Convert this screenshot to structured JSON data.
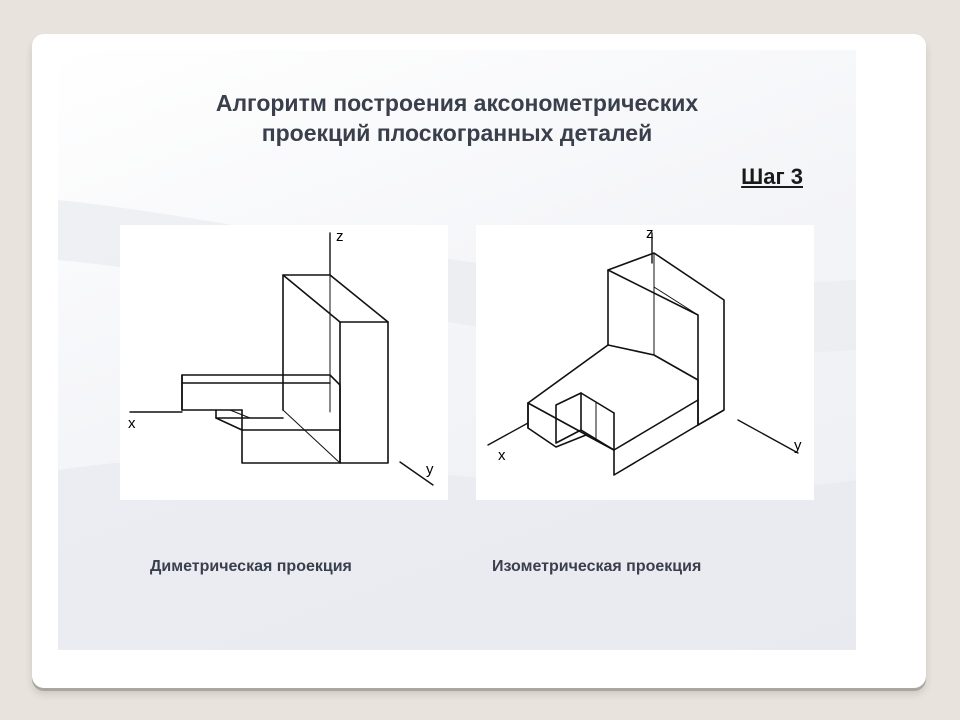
{
  "slide": {
    "title_line1": "Алгоритм построения аксонометрических",
    "title_line2": "проекций плоскогранных деталей",
    "step_label": "Шаг 3"
  },
  "dimetric": {
    "axis_x": "x",
    "axis_y": "y",
    "axis_z": "z",
    "caption": "Диметрическая проекция"
  },
  "isometric": {
    "axis_x": "x",
    "axis_y": "y",
    "axis_z": "z",
    "caption": "Изометрическая проекция"
  }
}
